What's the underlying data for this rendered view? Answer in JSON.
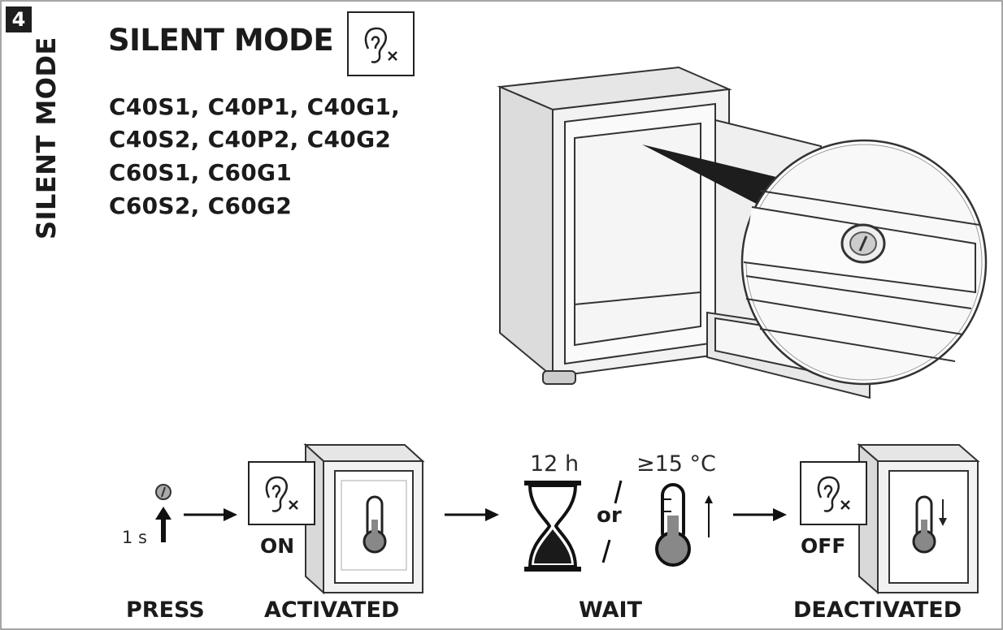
{
  "step_number": "4",
  "side_title": "SILENT MODE",
  "main_title": "SILENT MODE",
  "models": [
    "C40S1, C40P1, C40G1,",
    "C40S2, C40P2, C40G2",
    "C60S1, C60G1",
    "C60S2, C60G2"
  ],
  "icons": {
    "silent_mode": "ear-muted-icon",
    "thermometer": "thermometer-icon",
    "hourglass": "hourglass-icon",
    "button": "round-button-icon"
  },
  "flow": {
    "press_time": "1 s",
    "on_label": "ON",
    "off_label": "OFF",
    "wait_time": "12 h",
    "or_label": "or",
    "temperature": "≥15 °C",
    "steps": [
      "PRESS",
      "ACTIVATED",
      "WAIT",
      "DEACTIVATED"
    ]
  }
}
